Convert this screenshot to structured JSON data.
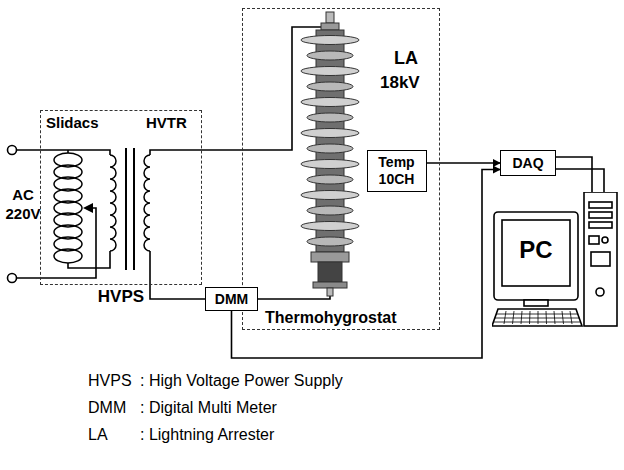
{
  "diagram": {
    "nodes": [
      {
        "text": [
          "HVPS"
        ]
      },
      {
        "text": [
          "Thermohygrostat"
        ]
      },
      {
        "text": [
          "Temp 10CH"
        ],
        "in": 1
      },
      {
        "text": [
          "DMM"
        ]
      },
      {
        "text": [
          "DAQ"
        ]
      },
      {
        "text": [
          "PC"
        ]
      }
    ],
    "edges": [
      {
        "from": 2,
        "to": 4,
        "arrow": "to"
      },
      {
        "from": 3,
        "to": 4,
        "arrow": "to"
      },
      {
        "from": 4,
        "to": 5,
        "arrow": "none"
      }
    ],
    "labels": [
      "Slidacs",
      "HVTR",
      "AC 220V",
      "LA",
      "18kV",
      "HVPS",
      ": High Voltage Power Supply",
      "DMM",
      ": Digital Multi Meter",
      "LA",
      ": Lightning Arrester"
    ]
  }
}
